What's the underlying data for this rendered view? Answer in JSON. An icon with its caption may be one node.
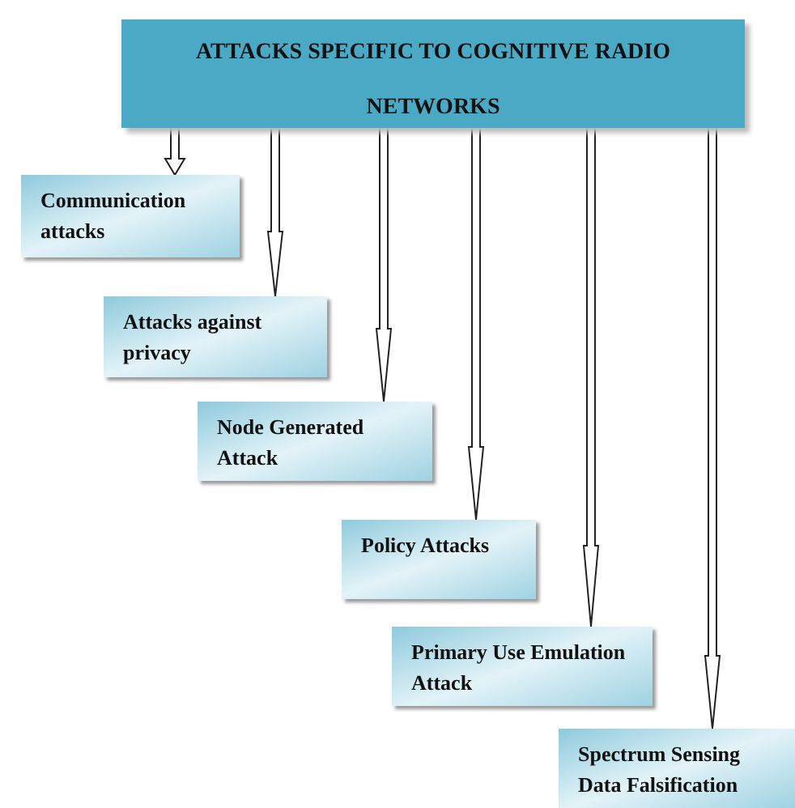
{
  "diagram": {
    "nodes": [
      {
        "text": [
          "ATTACKS SPECIFIC TO COGNITIVE RADIO NETWORKS"
        ]
      },
      {
        "text": [
          "Communication attacks"
        ]
      },
      {
        "text": [
          "Attacks against privacy"
        ]
      },
      {
        "text": [
          "Node Generated Attack"
        ]
      },
      {
        "text": [
          "Policy Attacks"
        ]
      },
      {
        "text": [
          "Primary Use Emulation Attack"
        ]
      },
      {
        "text": [
          "Spectrum Sensing Data Falsification"
        ]
      }
    ],
    "edges": [
      {
        "from": 0,
        "to": 1,
        "arrow": "to"
      },
      {
        "from": 0,
        "to": 2,
        "arrow": "to"
      },
      {
        "from": 0,
        "to": 3,
        "arrow": "to"
      },
      {
        "from": 0,
        "to": 4,
        "arrow": "to"
      },
      {
        "from": 0,
        "to": 5,
        "arrow": "to"
      },
      {
        "from": 0,
        "to": 6,
        "arrow": "to"
      }
    ]
  }
}
